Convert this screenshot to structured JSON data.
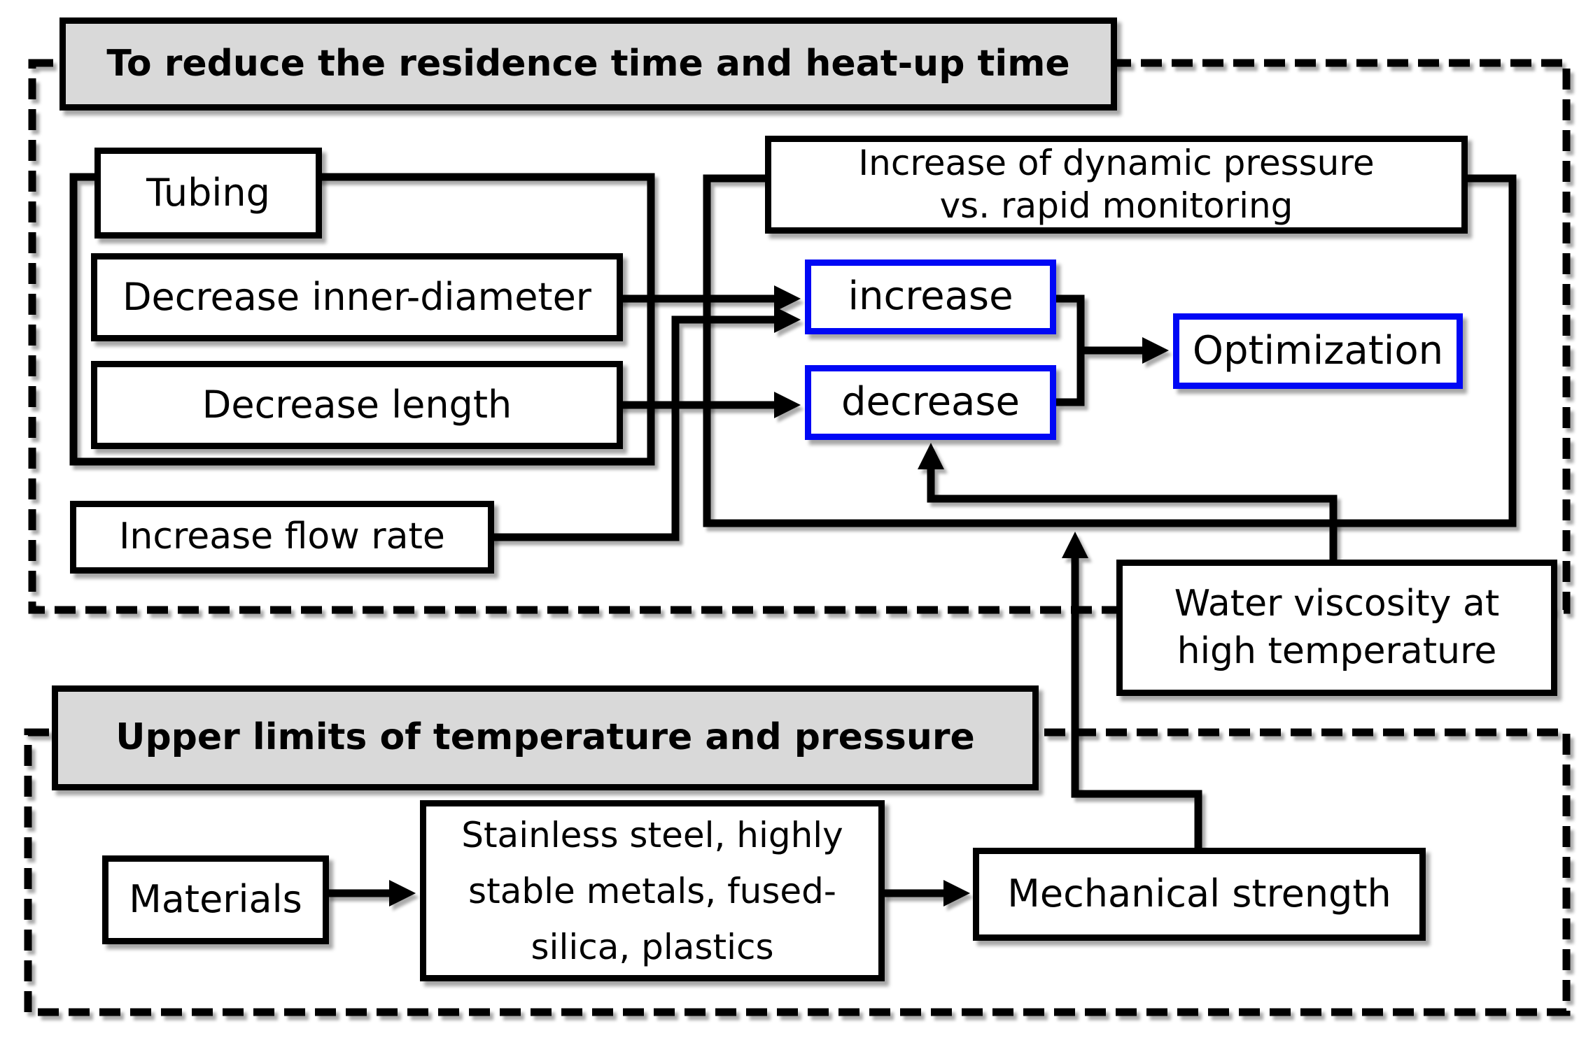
{
  "diagram": {
    "colors": {
      "accent_blue": "#0008f5",
      "header_fill": "#d9d9d9",
      "line_black": "#000000",
      "background": "#ffffff"
    },
    "sections": {
      "reduce_time": {
        "title": "To reduce the residence time and heat-up time"
      },
      "upper_limits": {
        "title": "Upper limits of temperature and pressure"
      }
    },
    "boxes": {
      "tubing": {
        "label": "Tubing"
      },
      "decrease_inner_diameter": {
        "label": "Decrease inner-diameter"
      },
      "decrease_length": {
        "label": "Decrease length"
      },
      "increase_flow_rate": {
        "label": "Increase flow rate"
      },
      "dynamic_pressure": {
        "label": "Increase of dynamic pressure\nvs. rapid monitoring"
      },
      "increase": {
        "label": "increase"
      },
      "decrease": {
        "label": "decrease"
      },
      "optimization": {
        "label": "Optimization"
      },
      "water_viscosity": {
        "label": "Water viscosity at\nhigh temperature"
      },
      "materials": {
        "label": "Materials"
      },
      "materials_list": {
        "label": "Stainless steel, highly\nstable metals, fused-\nsilica, plastics"
      },
      "mechanical_strength": {
        "label": "Mechanical strength"
      }
    },
    "relations": [
      "Decrease inner-diameter -> increase",
      "Increase flow rate -> increase",
      "Decrease length -> decrease",
      "increase + decrease -> Optimization",
      "Water viscosity at high temperature -> decrease",
      "Mechanical strength -> dynamic pressure group",
      "Materials -> Stainless steel, highly stable metals, fused-silica, plastics -> Mechanical strength"
    ]
  }
}
